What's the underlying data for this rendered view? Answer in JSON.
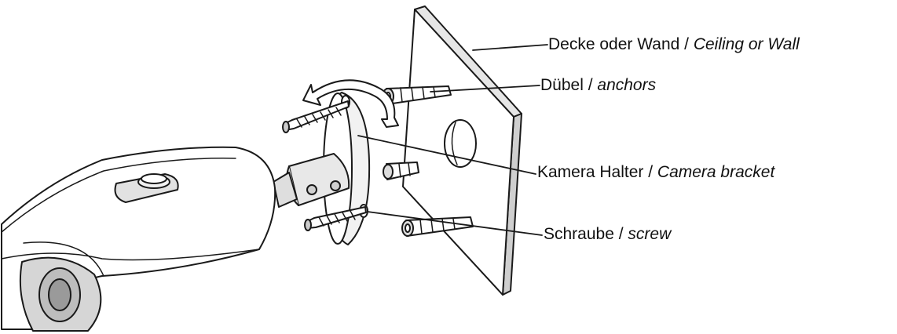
{
  "colors": {
    "line": "#1a1a1a",
    "fill": "#ffffff",
    "shade": "#d8d8d8",
    "text": "#111111"
  },
  "labels": [
    {
      "id": "ceiling-or-wall",
      "de": "Decke oder Wand",
      "sep": " / ",
      "en": "Ceiling or Wall"
    },
    {
      "id": "anchors",
      "de": "Dübel",
      "sep": " / ",
      "en": "anchors"
    },
    {
      "id": "camera-bracket",
      "de": "Kamera Halter",
      "sep": " / ",
      "en": "Camera bracket"
    },
    {
      "id": "screw",
      "de": "Schraube",
      "sep": " / ",
      "en": "screw"
    }
  ]
}
